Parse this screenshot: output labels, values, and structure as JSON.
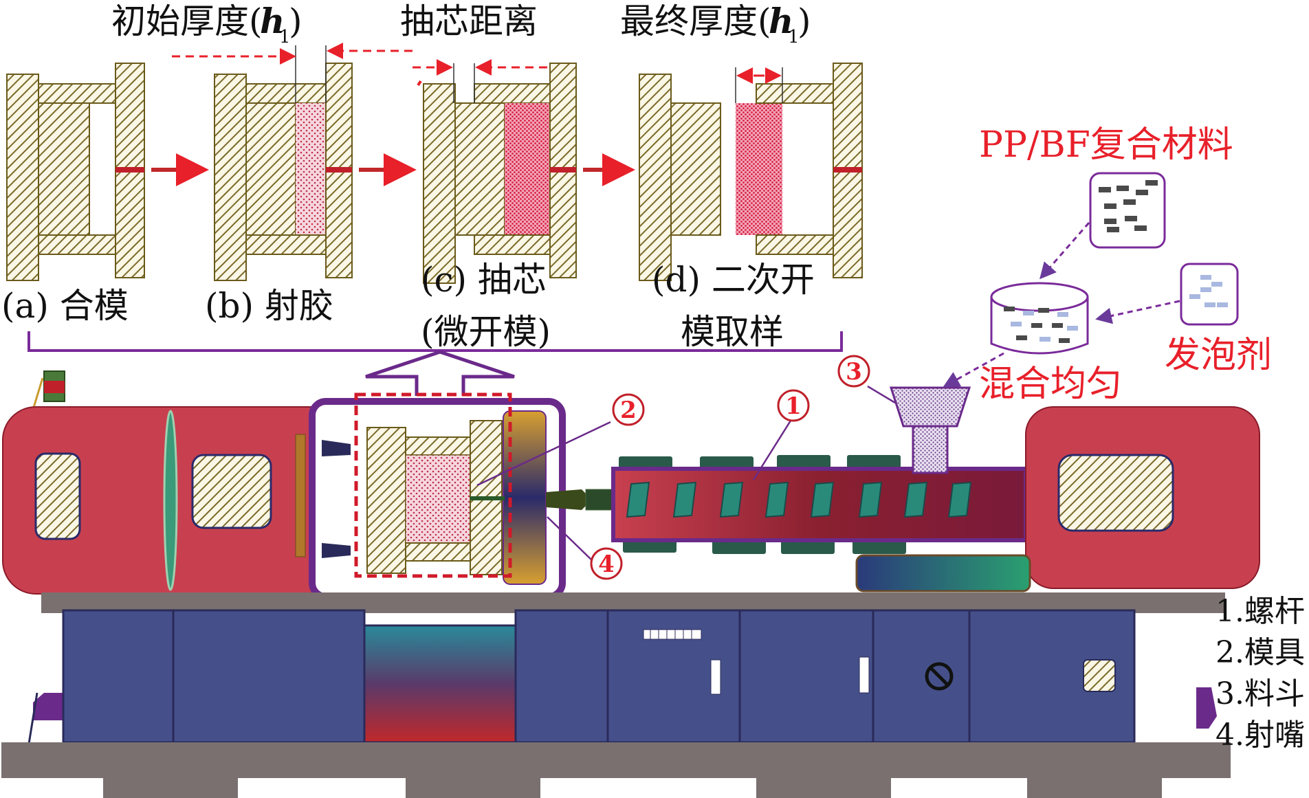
{
  "top_labels": {
    "initial_thickness": "初始厚度",
    "initial_h": "h",
    "initial_sub": "1",
    "core_pull_distance": "抽芯距离",
    "final_thickness": "最终厚度",
    "final_h": "h",
    "final_sub": "1"
  },
  "steps": {
    "a": "(a) 合模",
    "b": "(b) 射胶",
    "c_line1": "(c) 抽芯",
    "c_line2": "(微开模)",
    "d_line1": "(d) 二次开",
    "d_line2": "模取样"
  },
  "materials": {
    "composite": "PP/BF复合材料",
    "foaming_agent": "发泡剂",
    "mixed": "混合均匀"
  },
  "callouts": {
    "n1": "1",
    "n2": "2",
    "n3": "3",
    "n4": "4"
  },
  "legend": [
    "1.螺杆",
    "2.模具",
    "3.料斗",
    "4.射嘴"
  ],
  "colors": {
    "machine_red": "#c8404f",
    "base_blue": "#45508a",
    "frame_purple": "#6a2a8a",
    "mold_hatch": "#7a6a2a",
    "melt_red": "#e8202a",
    "label_red": "#e8202a"
  }
}
